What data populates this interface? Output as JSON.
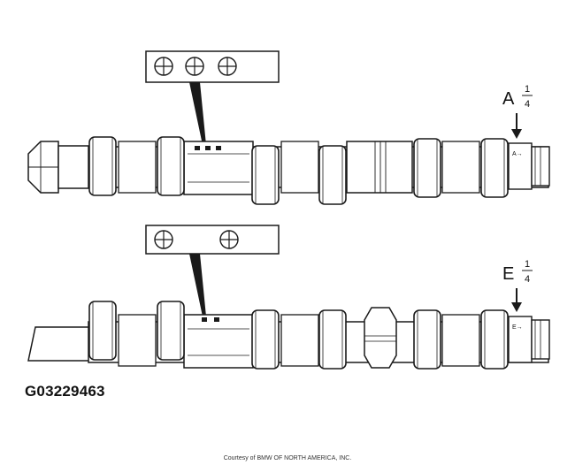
{
  "figure_code": "G03229463",
  "credit": "Courtesy of BMW OF NORTH AMERICA, INC.",
  "camshafts": [
    {
      "id": "intake",
      "mark_letter": "A",
      "mark_fraction_top": "1",
      "mark_fraction_bottom": "4",
      "shaft_tag": "A→",
      "timing_marks": 3
    },
    {
      "id": "exhaust",
      "mark_letter": "E",
      "mark_fraction_top": "1",
      "mark_fraction_bottom": "4",
      "shaft_tag": "E→",
      "timing_marks": 2
    }
  ],
  "icons": [
    "timing-mark-circle-icon",
    "down-arrow-icon"
  ],
  "colors": {
    "line": "#1a1a1a",
    "background": "#ffffff"
  }
}
